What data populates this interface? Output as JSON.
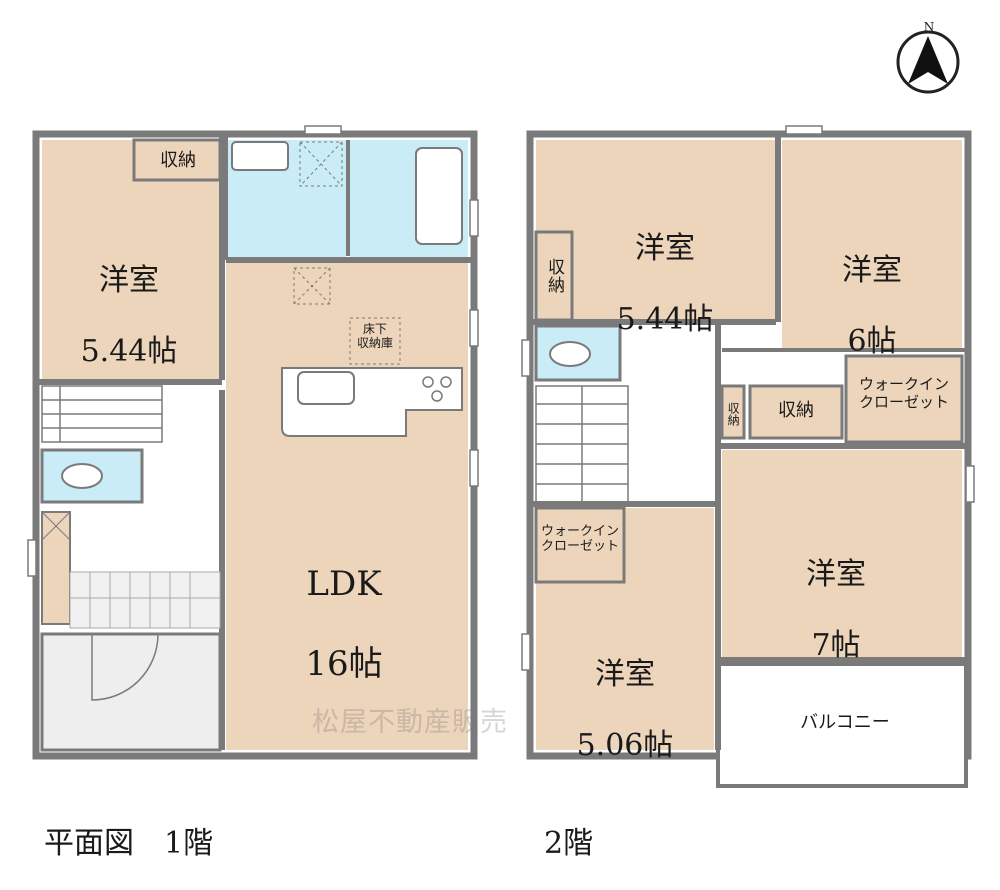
{
  "floor1": {
    "room_western": {
      "name": "洋室",
      "size": "5.44帖"
    },
    "storage": "収納",
    "underfloor_storage": "床下\n収納庫",
    "ldk": {
      "name": "LDK",
      "size": "16帖"
    }
  },
  "floor2": {
    "room_a": {
      "name": "洋室",
      "size": "5.44帖"
    },
    "room_b": {
      "name": "洋室",
      "size": "6帖"
    },
    "room_c": {
      "name": "洋室",
      "size": "7帖"
    },
    "room_d": {
      "name": "洋室",
      "size": "5.06帖"
    },
    "storage_vertical": "収納",
    "storage_small_vertical": "収納",
    "storage": "収納",
    "walk_in_closet_1": "ウォークイン\nクローゼット",
    "walk_in_closet_2": "ウォークイン\nクローゼット",
    "balcony": "バルコニー"
  },
  "watermark": "松屋不動産販売",
  "captions": {
    "floor1": "平面図　1階",
    "floor2": "2階"
  },
  "compass_label": "N",
  "colors": {
    "room": "#ecd5bb",
    "wet": "#c9ecf6",
    "wall": "#7a7a7a",
    "floor_light": "#eeeeee"
  }
}
